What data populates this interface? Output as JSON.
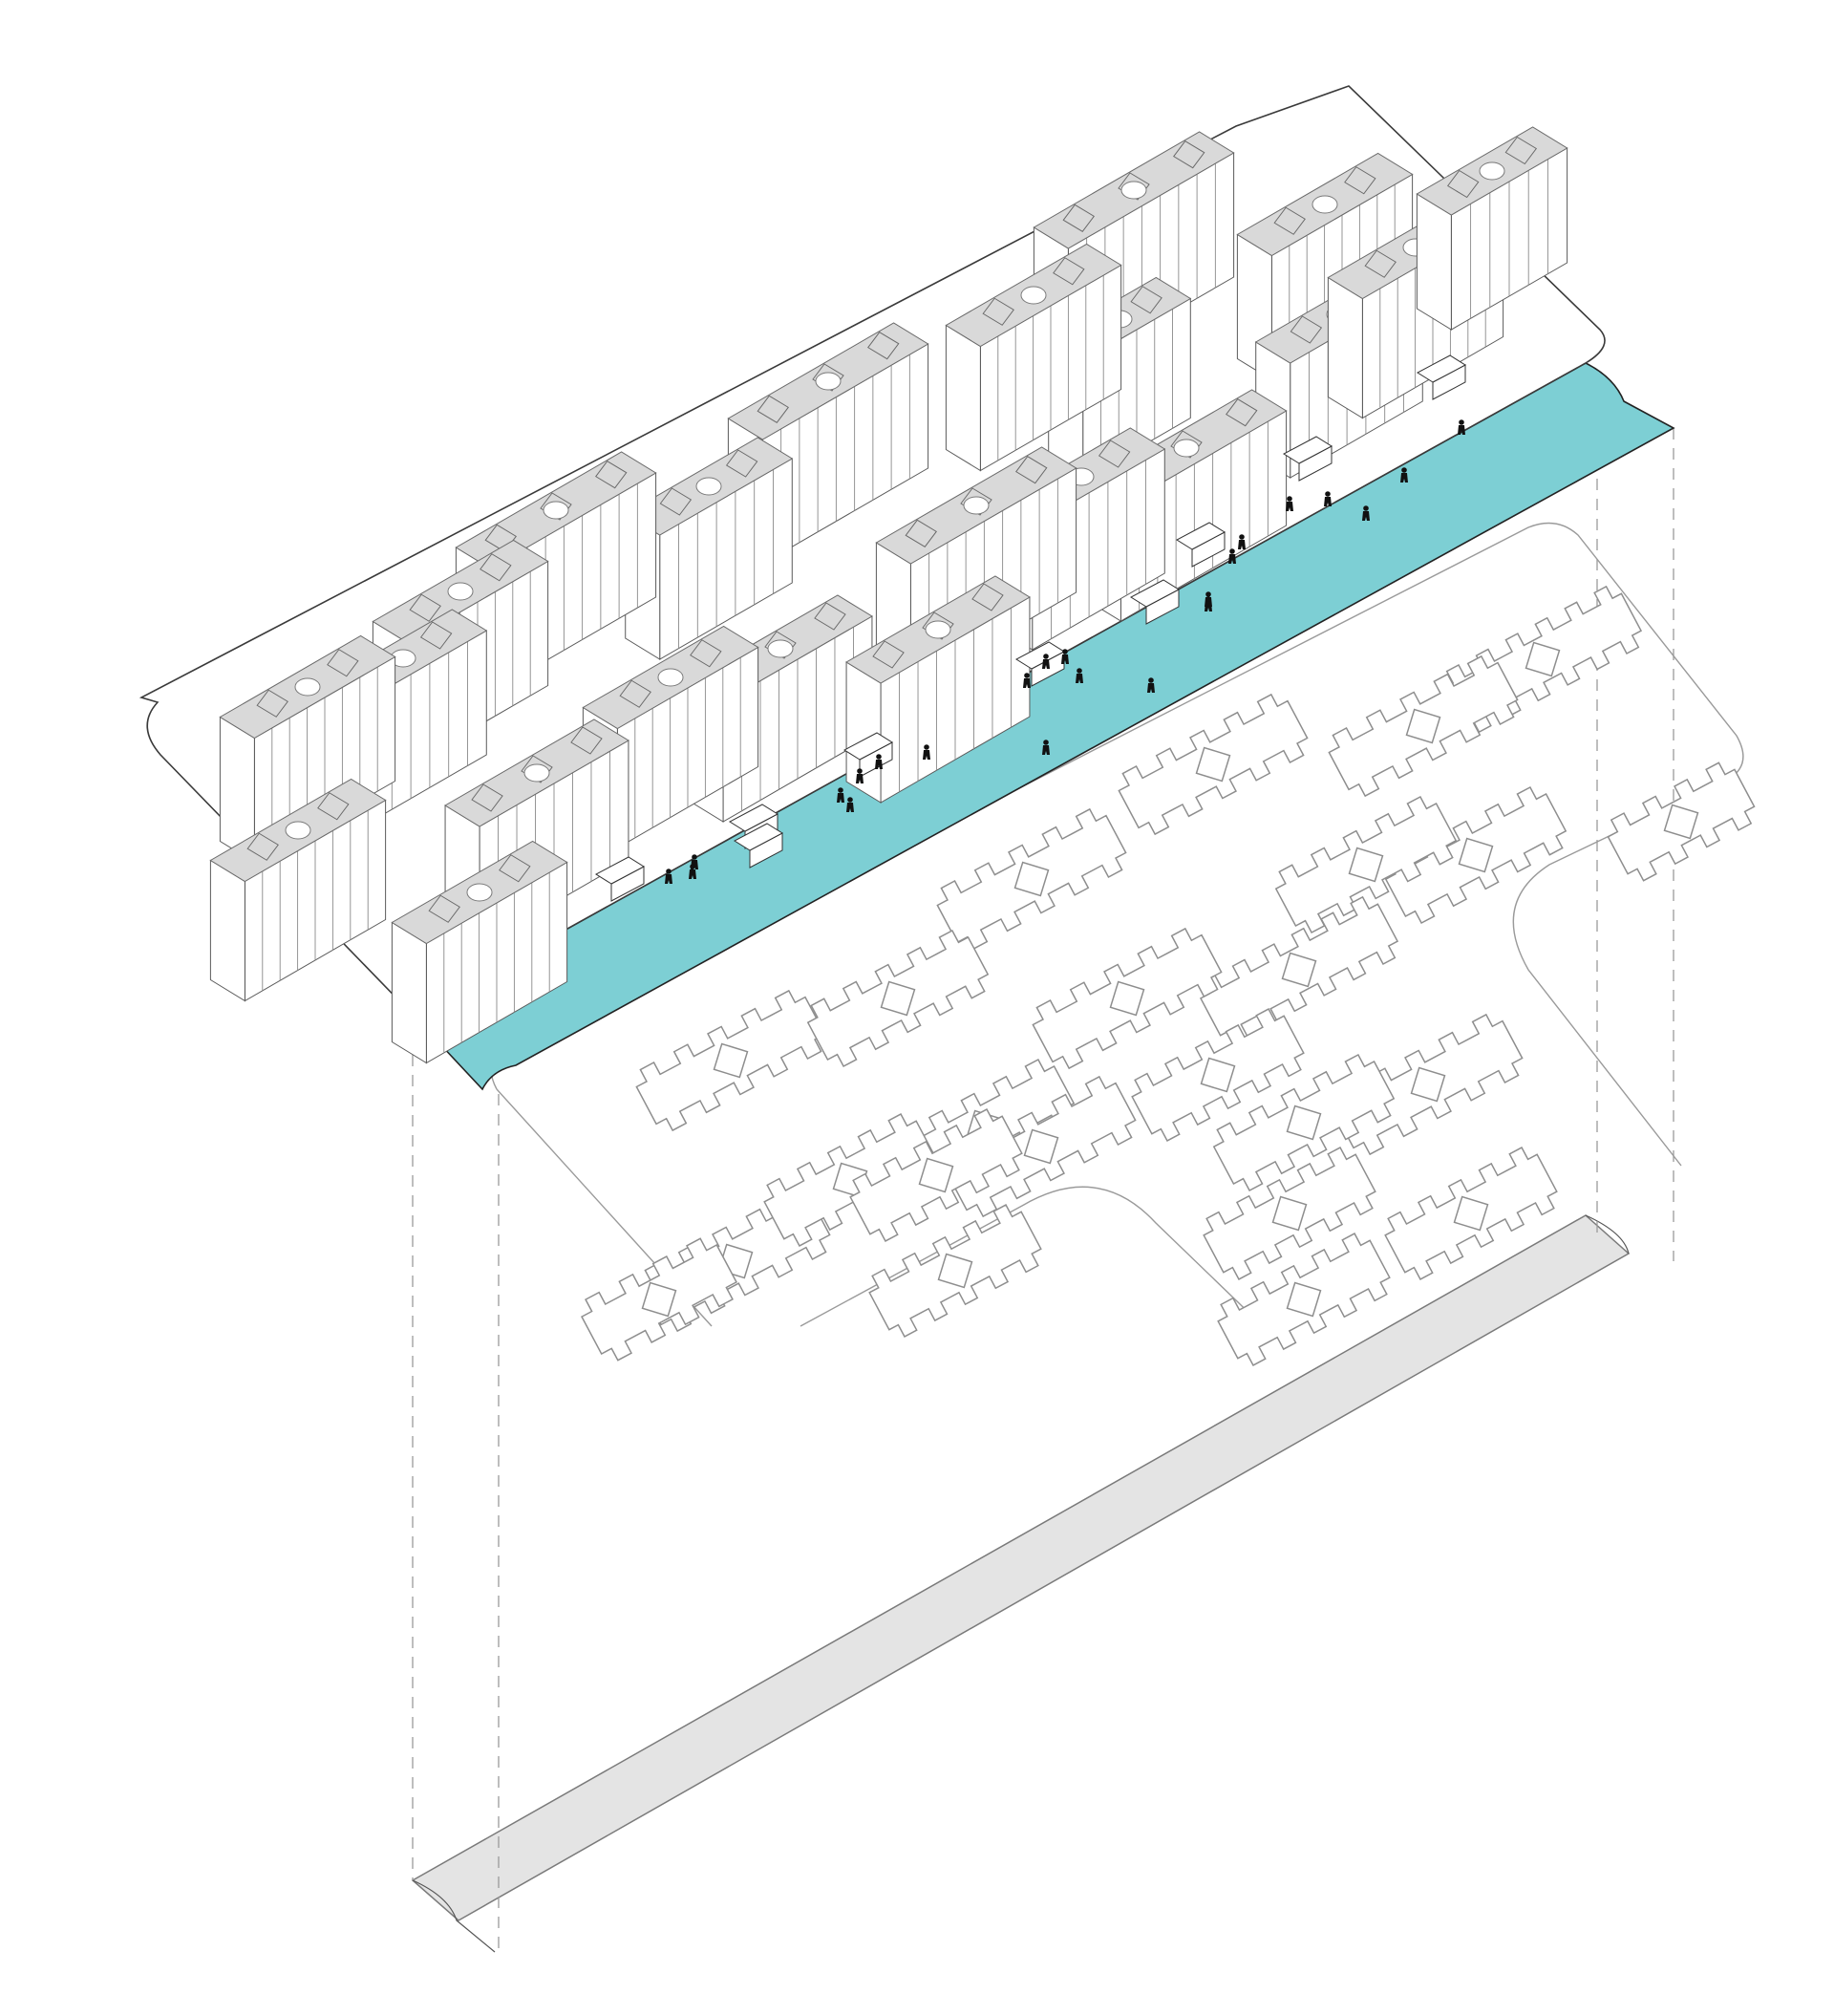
{
  "colors": {
    "corridor": "#7dcfd4",
    "roof": "#d9d9d9",
    "ground_band": "#e4e4e4",
    "footprint_stroke": "#8e8e8e",
    "people": "#111111"
  },
  "layers": {
    "top": "upper-ground-plane-with-tower-blocks",
    "corridor": "elevated-pedestrian-corridor",
    "middle": "building-footprint-plan",
    "bottom": "ground-level-band"
  }
}
